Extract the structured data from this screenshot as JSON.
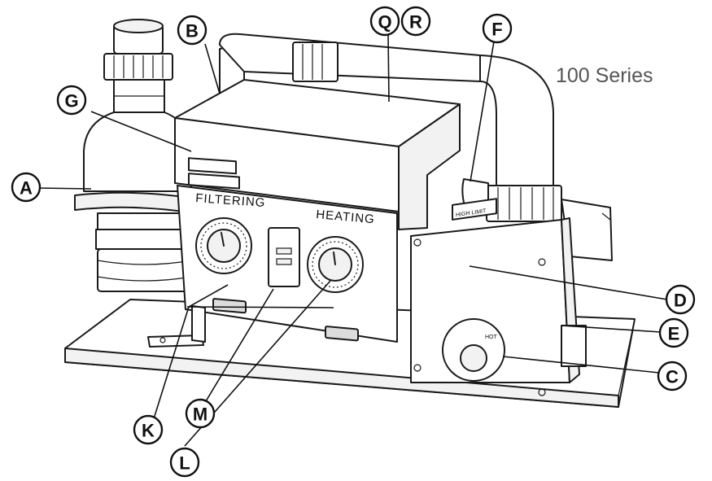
{
  "series_label": "100 Series",
  "panel": {
    "filtering_label": "FILTERING",
    "heating_label": "HEATING"
  },
  "callouts": [
    {
      "id": "A",
      "letter": "A"
    },
    {
      "id": "B",
      "letter": "B"
    },
    {
      "id": "Q",
      "letter": "Q"
    },
    {
      "id": "R",
      "letter": "R"
    },
    {
      "id": "F",
      "letter": "F"
    },
    {
      "id": "G",
      "letter": "G"
    },
    {
      "id": "D",
      "letter": "D"
    },
    {
      "id": "E",
      "letter": "E"
    },
    {
      "id": "C",
      "letter": "C"
    },
    {
      "id": "K",
      "letter": "K"
    },
    {
      "id": "M",
      "letter": "M"
    },
    {
      "id": "L",
      "letter": "L"
    }
  ]
}
